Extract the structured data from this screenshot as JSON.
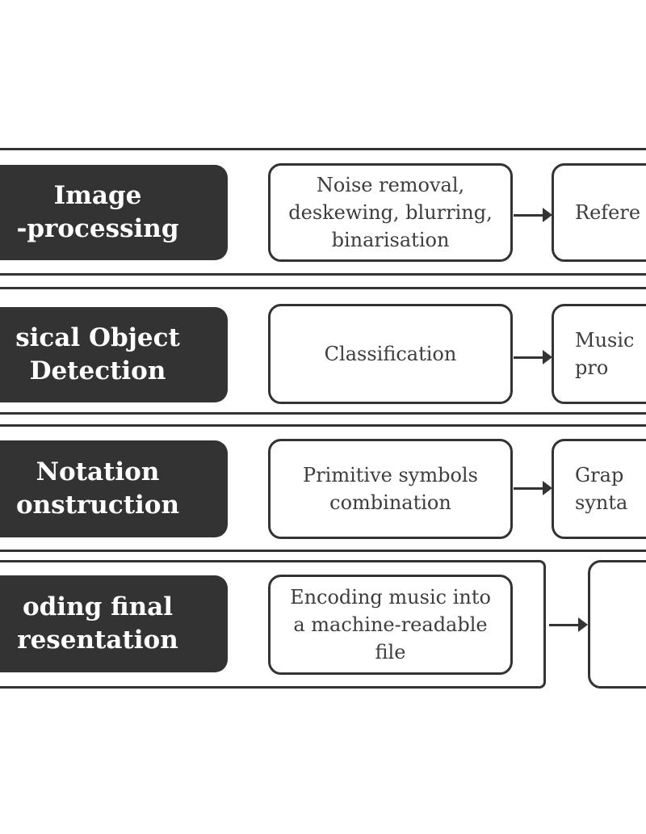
{
  "stages": [
    {
      "label": "Image\n-processing",
      "steps": [
        "Noise removal,\ndeskewing, blurring,\nbinarisation",
        "Refere"
      ]
    },
    {
      "label": "sical Object\nDetection",
      "steps": [
        "Classification",
        "Music\npro"
      ]
    },
    {
      "label": "Notation\nonstruction",
      "steps": [
        "Primitive symbols\ncombination",
        "Grap\nsynta"
      ]
    },
    {
      "label": "oding final\nresentation",
      "steps": [
        "Encoding music into\na machine-readable\nfile",
        ""
      ]
    }
  ]
}
